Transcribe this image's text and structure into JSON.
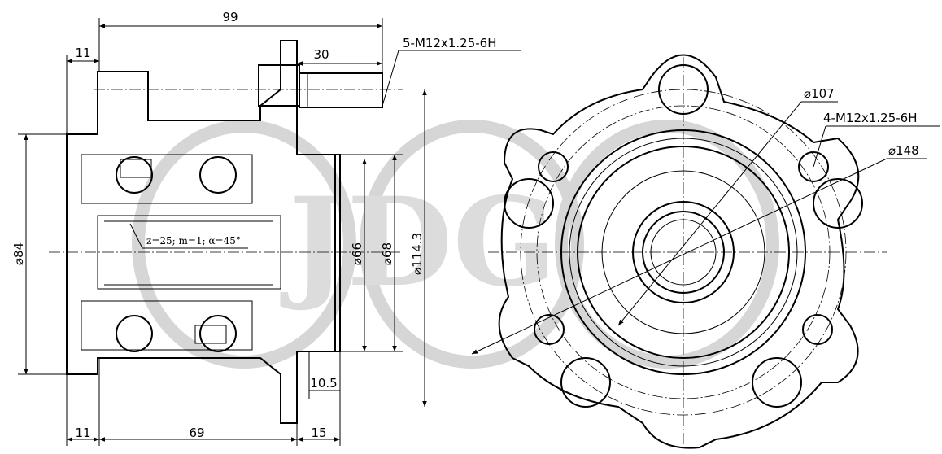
{
  "watermark": {
    "text": "JDG"
  },
  "side_view": {
    "dims": {
      "overall_width": "99",
      "flange_to_stud": "30",
      "left_top": "11",
      "left_bottom": "11",
      "bottom_mid": "69",
      "bottom_right": "15",
      "pilot_offset": "10.5",
      "outer_dia": "⌀84",
      "pilot_dia_1": "⌀66",
      "pilot_dia_2": "⌀68",
      "pcd": "⌀114.3"
    },
    "stud_thread": "5-M12x1.25-6H",
    "spline_note": "z=25; m=1; α=45°"
  },
  "front_view": {
    "dia_outer_ring": "⌀107",
    "bolt_thread": "4-M12x1.25-6H",
    "dia_bolt_circle": "⌀148"
  }
}
